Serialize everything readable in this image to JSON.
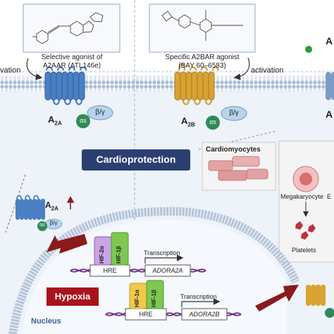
{
  "agonists": {
    "a2a": {
      "line1": "Selective agonist of",
      "line2": "A2AAR (ATL146e)"
    },
    "a2b": {
      "line1": "Specific A2BAR agonist",
      "line2": "(BAY 60–6583)"
    }
  },
  "arrows": {
    "activation_left": "vation",
    "activation_right": "activation"
  },
  "receptors": {
    "a2a": {
      "letter": "A",
      "subscript": "2A"
    },
    "a2b": {
      "letter": "A",
      "subscript": "2B"
    },
    "a2a_upregulated": {
      "letter": "A",
      "subscript": "2A"
    },
    "right_edge_a_top": "A",
    "right_edge_a_mid": "A"
  },
  "g_proteins": {
    "alpha_s": "αs",
    "beta_gamma": "β/γ",
    "alpha_s_small": "αs",
    "beta_gamma_small": "β/γ"
  },
  "banners": {
    "cardioprotection": "Cardioprotection",
    "hypoxia": "Hypoxia"
  },
  "panel": {
    "cardiomyocytes": "Cardiomyocytes",
    "megakaryocyte": "Megakaryocyte",
    "megakaryocyte_tail": "E",
    "platelets": "Platelets"
  },
  "nucleus": {
    "label": "Nucleus",
    "hif2a": "HIF-2α",
    "hif1b_top": "HIF-1β",
    "hif1a": "HIF-1α",
    "hif1b_bottom": "HIF-1β",
    "hre_top": "HRE",
    "hre_bottom": "HRE",
    "transcription_top": "Transcription",
    "transcription_bottom": "Transcription",
    "gene_top": "ADORA2A",
    "gene_bottom": "ADORA2B"
  },
  "colors": {
    "a2a_receptor": "#4a7fc4",
    "a2b_receptor": "#d9a233",
    "membrane_head": "#a9bdd9",
    "alpha_s": "#2e8b57",
    "beta_gamma": "#b7d4ee",
    "cardioprotection_banner": "#2b3f73",
    "hypoxia_banner": "#a8141c",
    "dark_red_arrow": "#8b1a1a",
    "hif2a": "#c9a4e6",
    "hif1b": "#7ec850",
    "hif1a": "#f2c84b",
    "dna": "#6b2f7f",
    "agonist_dot": "#2e9a3c"
  }
}
